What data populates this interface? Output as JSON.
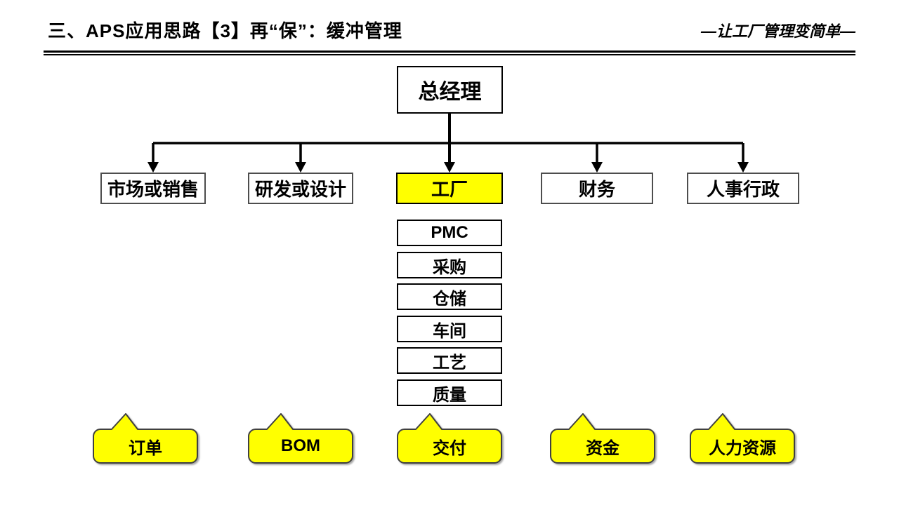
{
  "slide": {
    "header": {
      "title": "三、APS应用思路【3】再“保”：缓冲管理",
      "slogan": "—让工厂管理变简单—"
    },
    "org_chart": {
      "root_label": "总经理",
      "departments": [
        {
          "label": "市场或销售",
          "highlighted": false
        },
        {
          "label": "研发或设计",
          "highlighted": false
        },
        {
          "label": "工厂",
          "highlighted": true
        },
        {
          "label": "财务",
          "highlighted": false
        },
        {
          "label": "人事行政",
          "highlighted": false
        }
      ],
      "factory_subunits": [
        {
          "label": "PMC"
        },
        {
          "label": "采购"
        },
        {
          "label": "仓储"
        },
        {
          "label": "车间"
        },
        {
          "label": "工艺"
        },
        {
          "label": "质量"
        }
      ]
    },
    "buffer_callouts": [
      {
        "label": "订单"
      },
      {
        "label": "BOM"
      },
      {
        "label": "交付"
      },
      {
        "label": "资金"
      },
      {
        "label": "人力资源"
      }
    ],
    "colors": {
      "highlight_yellow": "#FFFF00",
      "line_black": "#000000",
      "dept_border_gray": "#4D4D4D",
      "bubble_border": "#404040"
    }
  }
}
